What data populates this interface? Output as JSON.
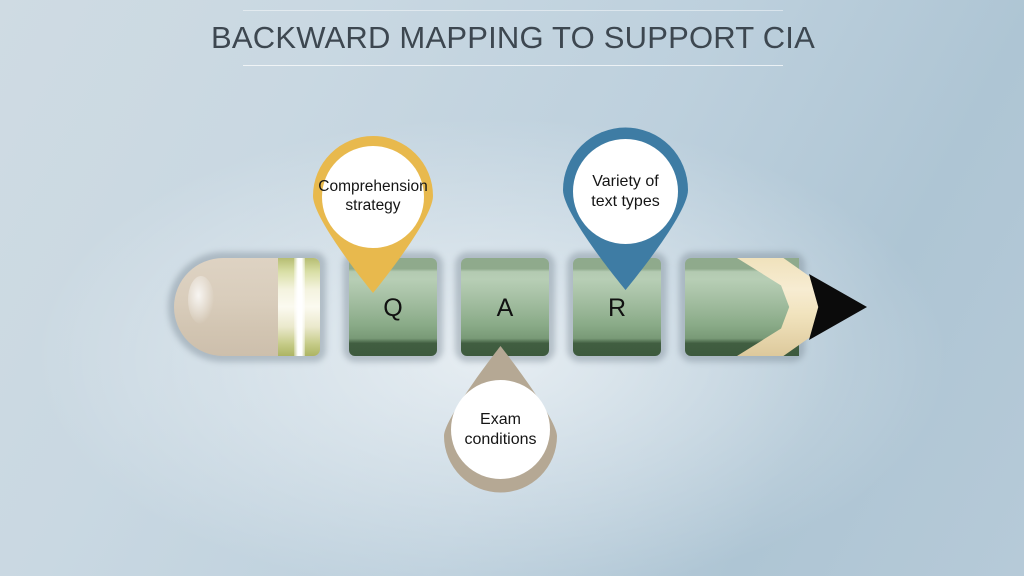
{
  "slide": {
    "title": "BACKWARD MAPPING TO SUPPORT CIA",
    "background_colors": {
      "top_left": "#cfdbe3",
      "top_right": "#aec5d4",
      "center_glow": "#e3edf2",
      "bottom_right": "#bdd0dd"
    }
  },
  "diagram": {
    "type": "pencil-process",
    "pencil": {
      "eraser": {
        "name": "eraser",
        "color": "#d9cdbc"
      },
      "ferrule": {
        "name": "ferrule",
        "color": "#e9e7c6",
        "stripe_color": "#ffffff"
      },
      "body_color_light": "#b7ceb5",
      "body_color_mid": "#8fae8d",
      "body_color_dark": "#3d5a3d",
      "segments": [
        {
          "name": "segment-q",
          "letter": "Q"
        },
        {
          "name": "segment-a",
          "letter": "A"
        },
        {
          "name": "segment-r",
          "letter": "R"
        }
      ],
      "tip": {
        "wood_color": "#f1e3bd",
        "graphite_color": "#0b0b0b"
      }
    },
    "pins": [
      {
        "name": "pin-comprehension",
        "label": "Comprehension strategy",
        "line1": "Comprehension",
        "line2": "strategy",
        "color": "#e8b94d",
        "points_to": "Q",
        "direction": "down"
      },
      {
        "name": "pin-variety",
        "label": "Variety of text types",
        "line1": "Variety of",
        "line2": "text types",
        "color": "#3e7ca4",
        "points_to": "R",
        "direction": "down"
      },
      {
        "name": "pin-exam",
        "label": "Exam conditions",
        "line1": "Exam",
        "line2": "conditions",
        "color": "#b5a894",
        "points_to": "A",
        "direction": "up"
      }
    ]
  }
}
